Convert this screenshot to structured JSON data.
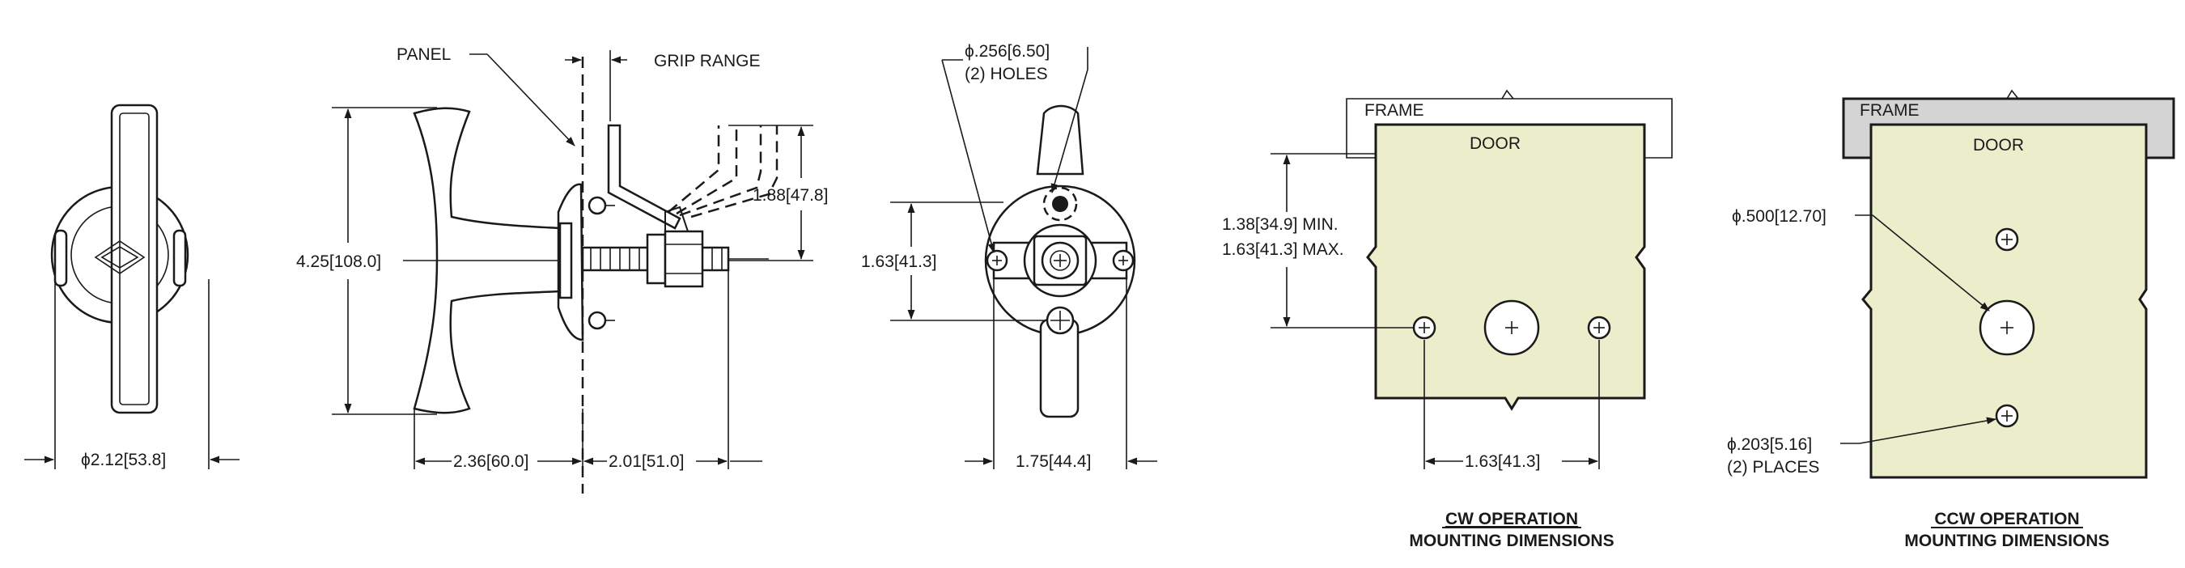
{
  "labels": {
    "panel": "PANEL",
    "grip_range": "GRIP RANGE",
    "dia_hole_top": "ϕ.256[6.50]",
    "holes_count": "(2) HOLES",
    "handle_height": "4.25[108.0]",
    "grip_height": "1.88[47.8]",
    "hole_spacing_front": "1.63[41.3]",
    "rosette_dia": "ϕ2.12[53.8]",
    "handle_depth": "2.36[60.0]",
    "stud_length": "2.01[51.0]",
    "front_width": "1.75[44.4]",
    "frame_left": "FRAME",
    "door_left": "DOOR",
    "min_dim": "1.38[34.9] MIN.",
    "max_dim": "1.63[41.3] MAX.",
    "hole_spacing_cw": "1.63[41.3]",
    "cw_op": "CW OPERATION",
    "cw_mount": "MOUNTING DIMENSIONS",
    "frame_right": "FRAME",
    "door_right": "DOOR",
    "dia_center": "ϕ.500[12.70]",
    "dia_small": "ϕ.203[5.16]",
    "places": "(2) PLACES",
    "ccw_op": "CCW OPERATION",
    "ccw_mount": "MOUNTING DIMENSIONS"
  },
  "colors": {
    "door_fill": "#eceecb",
    "frame_fill": "#d4d4d4",
    "line": "#1a1a1a"
  }
}
